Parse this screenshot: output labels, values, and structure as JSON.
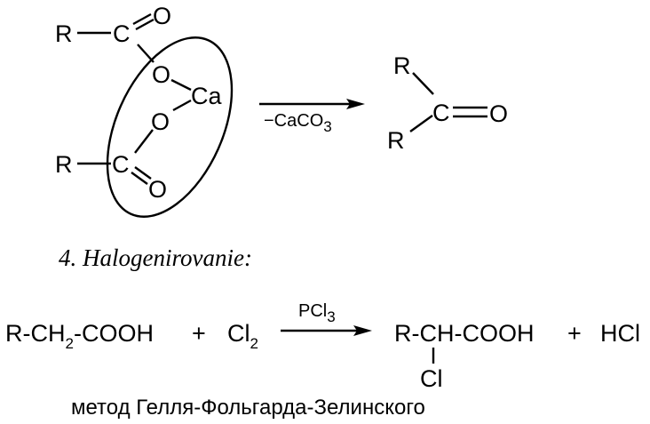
{
  "reaction1": {
    "reactant": {
      "r_top": "R",
      "c_top": "C",
      "o_top_carbonyl": "O",
      "o_top_bridge": "O",
      "calcium": "Ca",
      "o_bottom_bridge": "O",
      "r_bottom": "R",
      "c_bottom": "C",
      "o_bottom_carbonyl": "O"
    },
    "arrow_label_main": "−CaCO",
    "arrow_label_sub": "3",
    "product": {
      "r_top": "R",
      "r_bottom": "R",
      "carbon": "C",
      "oxygen": "O"
    }
  },
  "section_heading": "4. Halogenirovanie:",
  "reaction2": {
    "reactant_a": "R-CH",
    "reactant_a_sub": "2",
    "reactant_a_rest": "-COOH",
    "plus1": "+",
    "reactant_b": "Cl",
    "reactant_b_sub": "2",
    "arrow_label_main": "PCl",
    "arrow_label_sub": "3",
    "product_a": "R-CH-COOH",
    "product_substituent": "Cl",
    "plus2": "+",
    "product_b": "HCl"
  },
  "method_caption": "метод Гелля-Фольгарда-Зелинского"
}
